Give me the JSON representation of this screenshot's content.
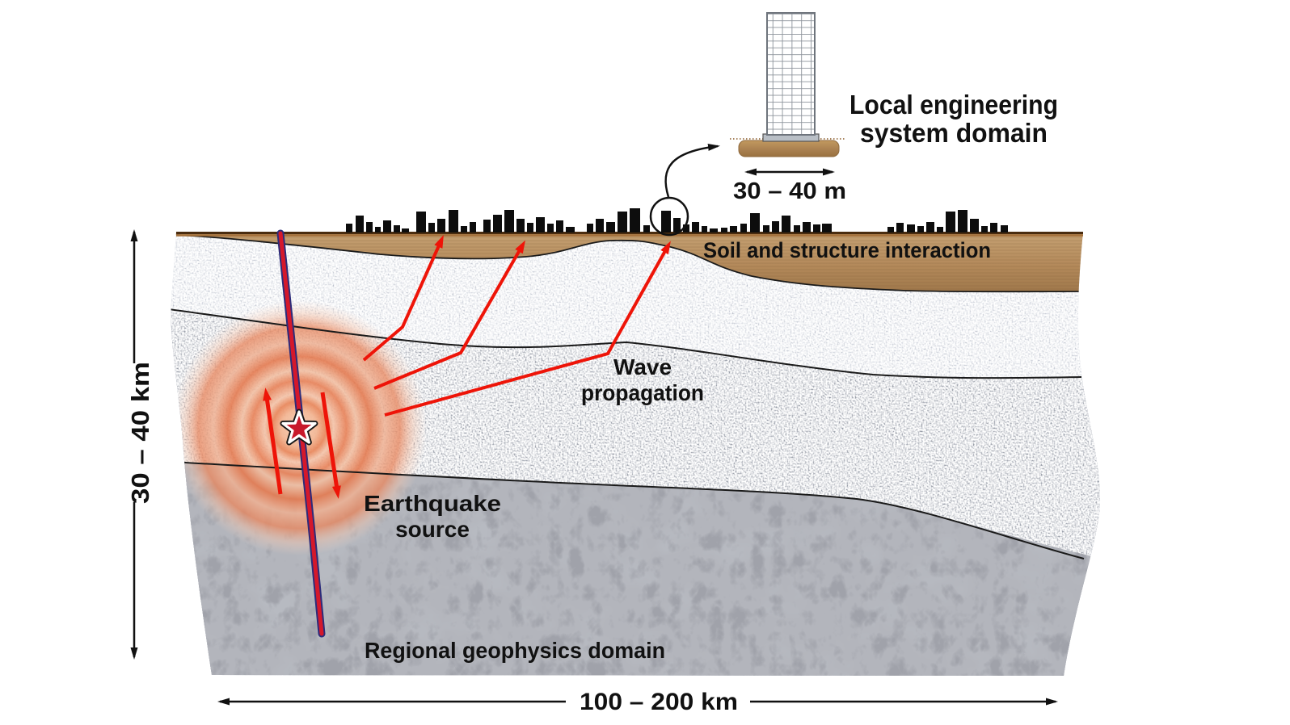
{
  "figure": {
    "type": "earthquake-system-cross-section",
    "labels": {
      "local_engineering_line1": "Local engineering",
      "local_engineering_line2": "system domain",
      "building_width_range": "30 – 40 m",
      "soil_structure": "Soil and structure interaction",
      "wave_line1": "Wave",
      "wave_line2": "propagation",
      "source_line1": "Earthquake",
      "source_line2": "source",
      "regional_domain": "Regional geophysics domain",
      "depth_range": "30 – 40 km",
      "width_range": "100 – 200 km"
    },
    "colors": {
      "surface_line": "#4a2c0f",
      "soil": "#b3895a",
      "soil_dark": "#8f6a3e",
      "layer1": "#dde2e9",
      "layer2": "#c6ccd7",
      "rock": "#b7bac1",
      "source_glow": "#e2734d",
      "ray_red": "#ee1408",
      "fault_core": "#d5182b",
      "fault_edge": "#2c2c7a",
      "building_bar": "#0d0d0d",
      "text": "#111111"
    },
    "skyline": {
      "baseline": 288,
      "bars": [
        [
          428,
          8,
          11
        ],
        [
          440,
          10,
          21
        ],
        [
          453,
          8,
          13
        ],
        [
          464,
          7,
          7
        ],
        [
          474,
          10,
          15
        ],
        [
          487,
          8,
          9
        ],
        [
          497,
          9,
          5
        ],
        [
          515,
          12,
          26
        ],
        [
          530,
          8,
          12
        ],
        [
          541,
          10,
          17
        ],
        [
          555,
          12,
          28
        ],
        [
          570,
          8,
          8
        ],
        [
          581,
          8,
          13
        ],
        [
          598,
          9,
          16
        ],
        [
          610,
          11,
          22
        ],
        [
          624,
          12,
          28
        ],
        [
          639,
          10,
          17
        ],
        [
          652,
          8,
          12
        ],
        [
          663,
          11,
          19
        ],
        [
          677,
          8,
          11
        ],
        [
          688,
          9,
          15
        ],
        [
          700,
          11,
          7
        ],
        [
          726,
          8,
          11
        ],
        [
          737,
          10,
          17
        ],
        [
          750,
          11,
          13
        ],
        [
          764,
          12,
          26
        ],
        [
          779,
          13,
          30
        ],
        [
          796,
          8,
          9
        ],
        [
          818,
          12,
          27
        ],
        [
          833,
          9,
          18
        ],
        [
          845,
          8,
          10
        ],
        [
          856,
          9,
          13
        ],
        [
          868,
          7,
          8
        ],
        [
          878,
          10,
          5
        ],
        [
          892,
          8,
          6
        ],
        [
          903,
          9,
          8
        ],
        [
          916,
          8,
          11
        ],
        [
          928,
          12,
          24
        ],
        [
          944,
          8,
          9
        ],
        [
          955,
          9,
          14
        ],
        [
          967,
          11,
          21
        ],
        [
          982,
          8,
          9
        ],
        [
          993,
          10,
          13
        ],
        [
          1006,
          9,
          10
        ],
        [
          1017,
          12,
          11
        ],
        [
          1098,
          8,
          7
        ],
        [
          1109,
          9,
          12
        ],
        [
          1122,
          10,
          10
        ],
        [
          1135,
          8,
          8
        ],
        [
          1146,
          10,
          13
        ],
        [
          1159,
          8,
          7
        ],
        [
          1170,
          12,
          26
        ],
        [
          1185,
          12,
          28
        ],
        [
          1200,
          11,
          17
        ],
        [
          1214,
          8,
          8
        ],
        [
          1225,
          9,
          12
        ],
        [
          1238,
          9,
          9
        ]
      ]
    }
  }
}
